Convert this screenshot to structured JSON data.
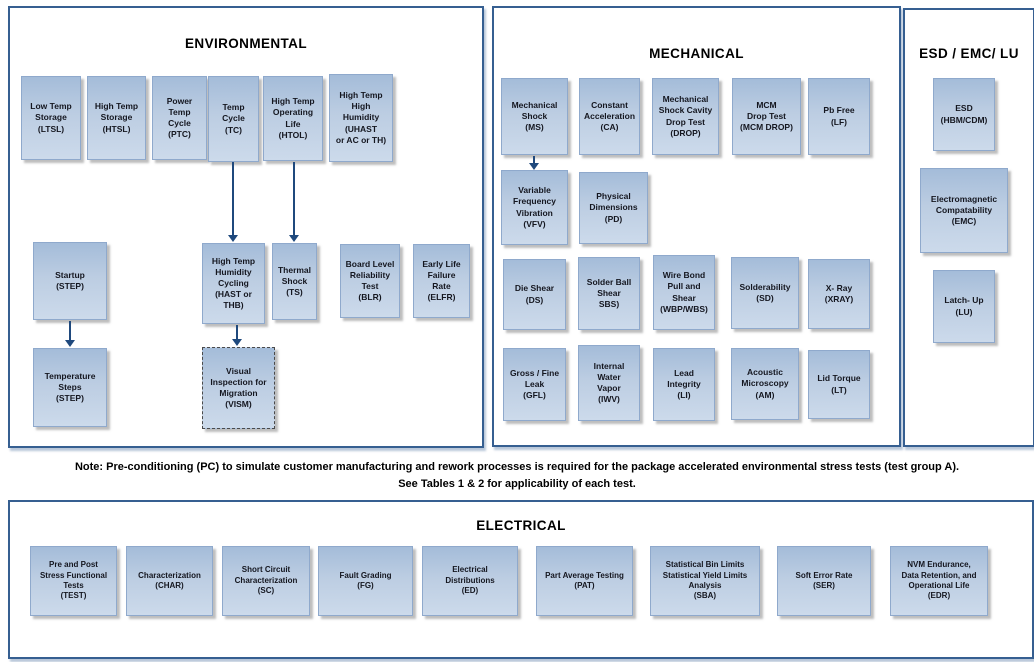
{
  "palette": {
    "box_gradient_top": "#a4bcd9",
    "box_gradient_bottom": "#ccdaeb",
    "box_border": "#8fa9cc",
    "container_border": "#365f91",
    "arrow_color": "#1f497d",
    "text_color": "#14161f"
  },
  "environmental": {
    "title": "ENVIRONMENTAL",
    "boxes": [
      {
        "label": "Low Temp\nStorage\n(LTSL)"
      },
      {
        "label": "High Temp\nStorage\n(HTSL)"
      },
      {
        "label": "Power\nTemp\nCycle\n(PTC)"
      },
      {
        "label": "Temp\nCycle\n(TC)"
      },
      {
        "label": "High Temp\nOperating\nLife\n(HTOL)"
      },
      {
        "label": "High Temp\nHigh\nHumidity\n(UHAST\nor AC or TH)"
      },
      {
        "label": "Startup\n(STEP)"
      },
      {
        "label": "High Temp\nHumidity\nCycling\n(HAST or\nTHB)"
      },
      {
        "label": "Thermal\nShock\n(TS)"
      },
      {
        "label": "Board Level\nReliability\nTest\n(BLR)"
      },
      {
        "label": "Early Life\nFailure\nRate\n(ELFR)"
      },
      {
        "label": "Temperature\nSteps\n(STEP)"
      },
      {
        "label": "Visual\nInspection for\nMigration\n(VISM)"
      }
    ]
  },
  "mechanical": {
    "title": "MECHANICAL",
    "boxes": [
      {
        "label": "Mechanical\nShock\n(MS)"
      },
      {
        "label": "Constant\nAcceleration\n(CA)"
      },
      {
        "label": "Mechanical\nShock Cavity\nDrop Test\n(DROP)"
      },
      {
        "label": "MCM\nDrop Test\n(MCM DROP)"
      },
      {
        "label": "Pb Free\n(LF)"
      },
      {
        "label": "Variable\nFrequency\nVibration\n(VFV)"
      },
      {
        "label": "Physical\nDimensions\n(PD)"
      },
      {
        "label": "Die Shear\n(DS)"
      },
      {
        "label": "Solder Ball\nShear\nSBS)"
      },
      {
        "label": "Wire Bond\nPull and\nShear\n(WBP/WBS)"
      },
      {
        "label": "Solderability\n(SD)"
      },
      {
        "label": "X- Ray\n(XRAY)"
      },
      {
        "label": "Gross / Fine\nLeak\n(GFL)"
      },
      {
        "label": "Internal\nWater\nVapor\n(IWV)"
      },
      {
        "label": "Lead\nIntegrity\n(LI)"
      },
      {
        "label": "Acoustic\nMicroscopy\n(AM)"
      },
      {
        "label": "Lid Torque\n(LT)"
      }
    ]
  },
  "esd": {
    "title": "ESD / EMC/ LU",
    "boxes": [
      {
        "label": "ESD\n(HBM/CDM)"
      },
      {
        "label": "Electromagnetic\nCompatability\n(EMC)"
      },
      {
        "label": "Latch- Up\n(LU)"
      }
    ]
  },
  "note": {
    "line1": "Note:  Pre-conditioning (PC) to simulate customer manufacturing and rework processes is required for the package accelerated environmental stress tests (test group A).",
    "line2": "See Tables 1 & 2 for applicability of each test."
  },
  "electrical": {
    "title": "ELECTRICAL",
    "boxes": [
      {
        "label": "Pre and Post\nStress Functional\nTests\n(TEST)"
      },
      {
        "label": "Characterization\n(CHAR)"
      },
      {
        "label": "Short Circuit\nCharacterization\n(SC)"
      },
      {
        "label": "Fault Grading\n(FG)"
      },
      {
        "label": "Electrical\nDistributions\n(ED)"
      },
      {
        "label": "Part Average Testing\n(PAT)"
      },
      {
        "label": "Statistical Bin Limits\nStatistical Yield Limits\nAnalysis\n(SBA)"
      },
      {
        "label": "Soft Error Rate\n(SER)"
      },
      {
        "label": "NVM Endurance,\nData Retention, and\nOperational Life\n(EDR)"
      }
    ]
  }
}
